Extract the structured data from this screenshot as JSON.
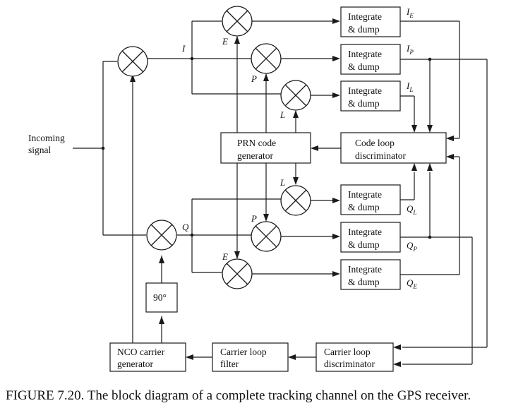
{
  "input_label_line1": "Incoming",
  "input_label_line2": "signal",
  "signal_labels": {
    "i": "I",
    "q": "Q"
  },
  "mixer_labels": {
    "early": "E",
    "prompt": "P",
    "late": "L"
  },
  "integrate_dump": {
    "line1": "Integrate",
    "line2": "& dump"
  },
  "outputs": {
    "ie": {
      "base": "I",
      "sub": "E"
    },
    "ip": {
      "base": "I",
      "sub": "P"
    },
    "il": {
      "base": "I",
      "sub": "L"
    },
    "ql": {
      "base": "Q",
      "sub": "L"
    },
    "qp": {
      "base": "Q",
      "sub": "P"
    },
    "qe": {
      "base": "Q",
      "sub": "E"
    }
  },
  "prn_generator": {
    "line1": "PRN code",
    "line2": "generator"
  },
  "code_discriminator": {
    "line1": "Code loop",
    "line2": "discriminator"
  },
  "phase_shift": "90°",
  "nco": {
    "line1": "NCO carrier",
    "line2": "generator"
  },
  "carrier_filter": {
    "line1": "Carrier loop",
    "line2": "filter"
  },
  "carrier_discriminator": {
    "line1": "Carrier loop",
    "line2": "discriminator"
  },
  "caption": "FIGURE 7.20. The block diagram of a complete tracking channel on the GPS receiver."
}
